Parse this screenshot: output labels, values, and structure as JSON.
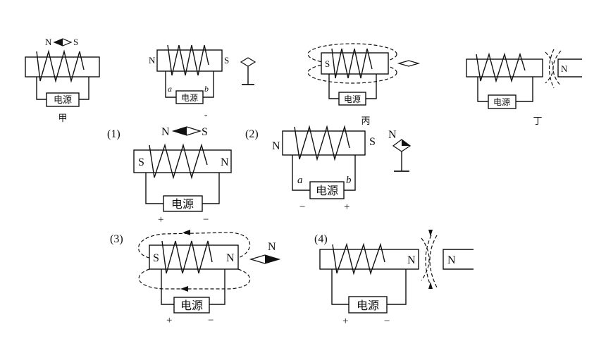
{
  "top": {
    "jia": {
      "needle_n": "N",
      "needle_s": "S",
      "power": "电源",
      "caption": "甲"
    },
    "yi": {
      "left_pole": "N",
      "right_pole": "S",
      "term_a": "a",
      "term_b": "b",
      "power": "电源"
    },
    "bing": {
      "pole": "S",
      "power": "电源",
      "caption": "丙"
    },
    "ding": {
      "magnet_n": "N",
      "power": "电源",
      "caption": "丁"
    }
  },
  "answers": {
    "a1": {
      "label": "(1)",
      "needle_n": "N",
      "needle_s": "S",
      "needle_s_mark": "ˇ",
      "left_pole": "S",
      "right_pole": "N",
      "power": "电源",
      "plus": "+",
      "minus": "−"
    },
    "a2": {
      "label": "(2)",
      "left_pole": "N",
      "right_pole": "S",
      "needle_n": "N",
      "term_a": "a",
      "term_b": "b",
      "power": "电源",
      "minus": "−",
      "plus": "+"
    },
    "a3": {
      "label": "(3)",
      "left_pole": "S",
      "right_pole": "N",
      "needle_n": "N",
      "power": "电源",
      "plus": "+",
      "minus": "−"
    },
    "a4": {
      "label": "(4)",
      "coil_pole": "N",
      "magnet_n": "N",
      "power": "电源",
      "plus": "+",
      "minus": "−"
    }
  }
}
